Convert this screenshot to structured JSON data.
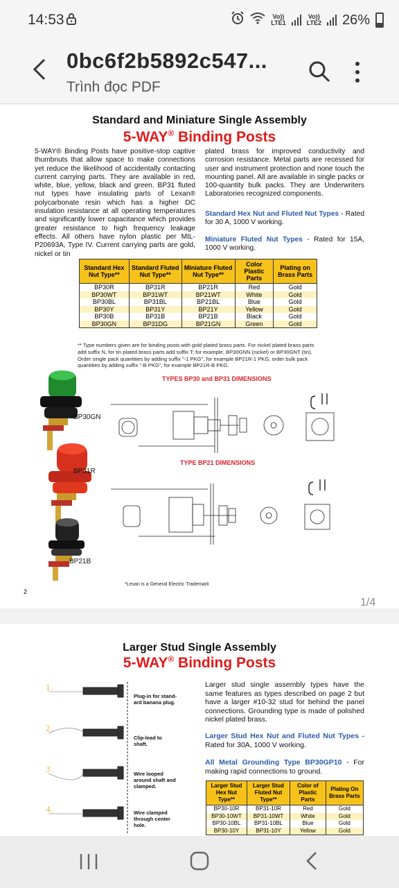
{
  "status": {
    "time": "14:53",
    "net1": "Vo))\nLTE1",
    "net2": "Vo))\nLTE2",
    "battery": "26%"
  },
  "appbar": {
    "title": "0bc6f2b5892c547...",
    "subtitle": "Trình đọc PDF"
  },
  "page1": {
    "heading": "Standard and Miniature Single Assembly",
    "brand_prefix": "5-WAY",
    "brand_mark": "®",
    "brand_suffix": " Binding Posts",
    "col1": "5-WAY® Binding Posts have positive-stop captive thumbnuts that allow space to make connections yet reduce the likelihood of accidentally contacting current carrying parts. They are available in red, white, blue, yellow, black and green. BP31 fluted nut types have insulating parts of Lexan® polycarbonate resin which has a higher DC insulation resistance at all operating temperatures and significantly lower capacitance which provides greater resistance to high frequency leakage effects. All others have nylon plastic per MIL-P20693A, Type IV. Current carrying parts are gold, nickel or tin",
    "col2": "plated brass for improved conductivity and corrosion resistance. Metal parts are recessed for user and instrument protection and none touch the mounting panel. All are available in single packs or 100-quantity bulk packs. They are Underwriters Laboratories recognized components.",
    "std_hex": "Standard Hex Nut and Fluted Nut Types",
    "std_hex_rating": " - Rated for 30 A, 1000 V working.",
    "mini_fluted": "Miniature Fluted Nut Types",
    "mini_fluted_rating": " - Rated for 15A, 1000 V working.",
    "table": {
      "headers": [
        "Standard Hex Nut Type**",
        "Standard Fluted Nut Type**",
        "Miniature Fluted Nut Type**",
        "Color Plastic Parts",
        "Plating on Brass Parts"
      ],
      "rows": [
        [
          "BP30R",
          "BP31R",
          "BP21R",
          "Red",
          "Gold"
        ],
        [
          "BP30WT",
          "BP31WT",
          "BP21WT",
          "White",
          "Gold"
        ],
        [
          "BP30BL",
          "BP31BL",
          "BP21BL",
          "Blue",
          "Gold"
        ],
        [
          "BP30Y",
          "BP31Y",
          "BP21Y",
          "Yellow",
          "Gold"
        ],
        [
          "BP30B",
          "BP31B",
          "BP21B",
          "Black",
          "Gold"
        ],
        [
          "BP30GN",
          "BP31DG",
          "BP21GN",
          "Green",
          "Gold"
        ]
      ]
    },
    "note": "** Type numbers given are for binding posts with gold plated brass parts. For nickel plated brass parts add suffix N, for tin plated brass parts add suffix T; for example, BP30GNN (nickel) or BP30GNT (tin). Order single pack quantities by adding suffix \"-1 PKG\", for example BP21R-1 PKG; order bulk pack quantities by adding suffix \"-B PKG\", for example BP21R-B PKG.",
    "dim_title_1": "TYPES BP30 and BP31 DIMENSIONS",
    "dim_title_2": "TYPE BP21 DIMENSIONS",
    "posts": [
      "BP30GN",
      "BP31R",
      "BP21B"
    ],
    "lexan": "*Lexan is a General Electric Trademark",
    "page_number": "2",
    "pager": "1/4"
  },
  "page2": {
    "heading": "Larger Stud Single Assembly",
    "brand_prefix": "5-WAY",
    "brand_mark": "®",
    "brand_suffix": " Binding Posts",
    "steps": [
      {
        "n": "1.",
        "text": "Plug-in for stand-\nard banana plug."
      },
      {
        "n": "2.",
        "text": "Clip-lead to\nshaft."
      },
      {
        "n": "3.",
        "text": "Wire looped\naround shaft and\nclamped."
      },
      {
        "n": "4.",
        "text": "Wire clamped\nthrough center\nhole."
      }
    ],
    "col2": "Larger stud single assembly types have the same features as types described on page 2 but have a larger #10-32 stud for behind the panel connections. Grounding type is made of polished nickel plated brass.",
    "larger_hex": "Larger Stud Hex Nut and Fluted Nut Types -",
    "larger_hex_rating": " Rated for 30A, 1000 V working.",
    "all_metal": "All Metal Grounding Type BP30GP10",
    "all_metal_rating": " - For making rapid connections to ground.",
    "table": {
      "headers": [
        "Larger Stud Hex Nut Type**",
        "Larger Stud Fluted Nut Type**",
        "Color of Plastic Parts",
        "Plating On Brass Parts"
      ],
      "rows": [
        [
          "BP30-10R",
          "BP31-10R",
          "Red",
          "Gold"
        ],
        [
          "BP30-10WT",
          "BP31-10WT",
          "White",
          "Gold"
        ],
        [
          "BP30-10BL",
          "BP31-10BL",
          "Blue",
          "Gold"
        ],
        [
          "BP30-10Y",
          "BP31-10Y",
          "Yellow",
          "Gold"
        ]
      ]
    }
  },
  "colors": {
    "brand_red": "#e21b1b",
    "link_blue": "#2b5ba8",
    "table_header": "#f6c21a",
    "table_stripe": "#fdf2c0"
  }
}
